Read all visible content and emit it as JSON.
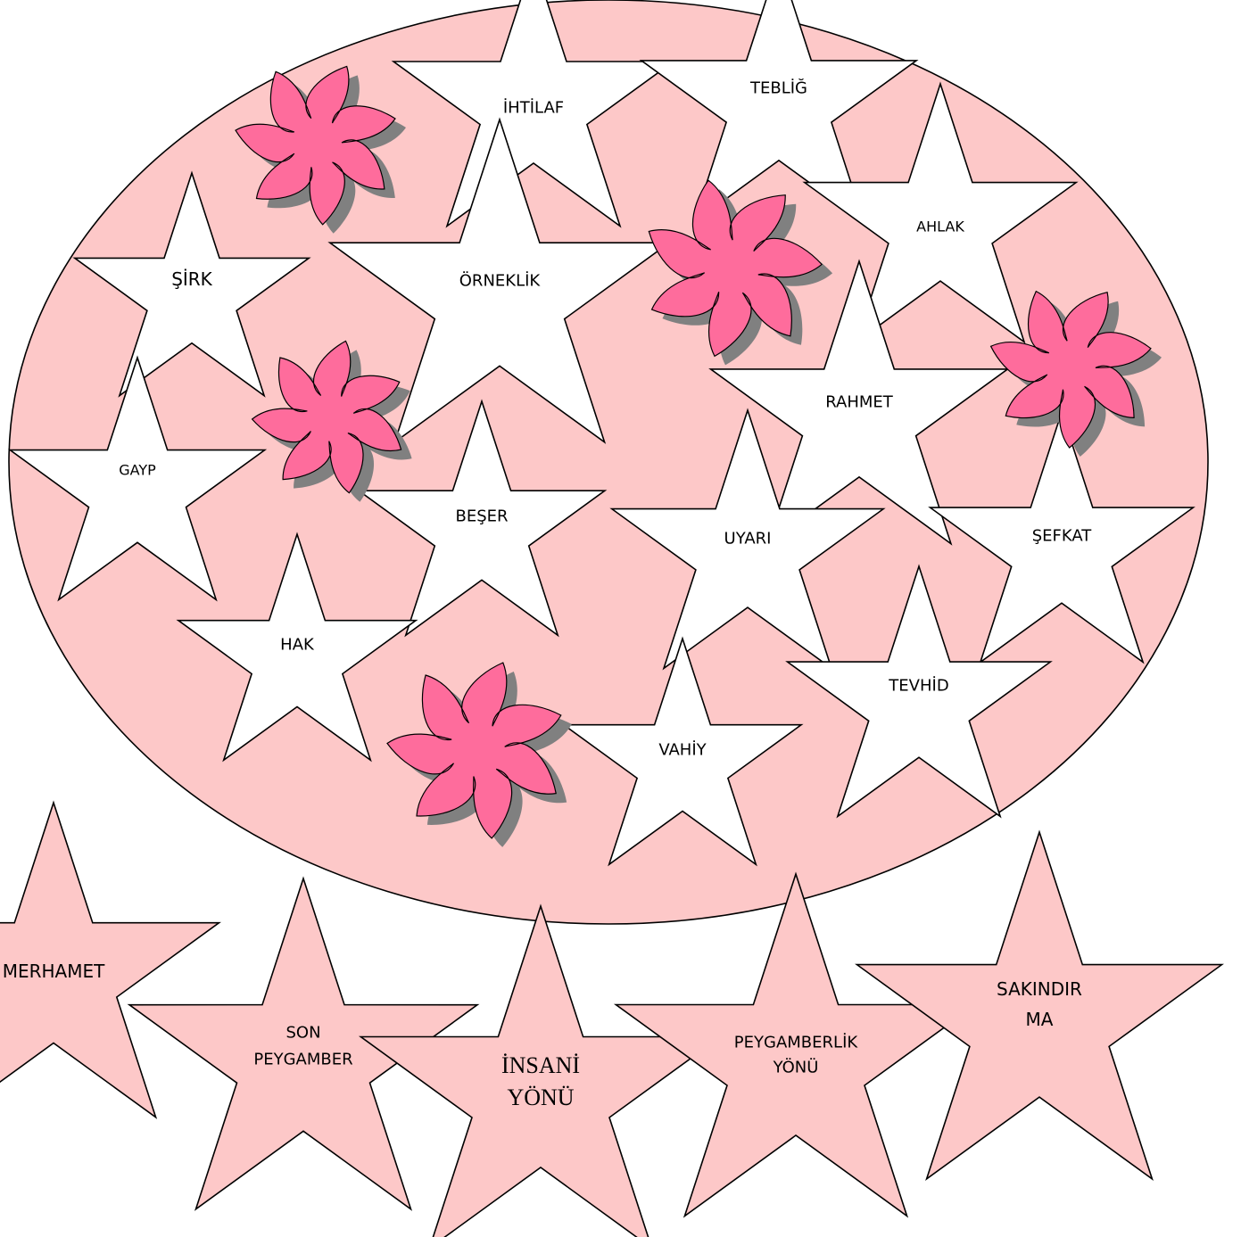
{
  "colors": {
    "ellipse_fill": "#fdc8c8",
    "ellipse_stroke": "#000000",
    "star_white": "#ffffff",
    "star_pink": "#fdc8c8",
    "flower": "#fe6c9c",
    "flower_shadow": "#808080"
  },
  "inner_stars": [
    {
      "id": "ihtilaf",
      "label": "İHTİLAF"
    },
    {
      "id": "teblig",
      "label": "TEBLİĞ"
    },
    {
      "id": "ahlak",
      "label": "AHLAK"
    },
    {
      "id": "sirk",
      "label": "ŞİRK"
    },
    {
      "id": "orneklik",
      "label": "ÖRNEKLİK"
    },
    {
      "id": "rahmet",
      "label": "RAHMET"
    },
    {
      "id": "gayp",
      "label": "GAYP"
    },
    {
      "id": "beser",
      "label": "BEŞER"
    },
    {
      "id": "uyari",
      "label": "UYARI"
    },
    {
      "id": "sefkat",
      "label": "ŞEFKAT"
    },
    {
      "id": "hak",
      "label": "HAK"
    },
    {
      "id": "tevhid",
      "label": "TEVHİD"
    },
    {
      "id": "vahiy",
      "label": "VAHİY"
    }
  ],
  "outer_stars": [
    {
      "id": "merhamet",
      "lines": [
        "MERHAMET"
      ]
    },
    {
      "id": "son-peygamber",
      "lines": [
        "SON",
        "PEYGAMBER"
      ]
    },
    {
      "id": "insani-yonu",
      "lines": [
        "İNSANİ",
        "YÖNÜ"
      ]
    },
    {
      "id": "peygamberlik-yonu",
      "lines": [
        "PEYGAMBERLİK",
        "YÖNÜ"
      ]
    },
    {
      "id": "sakindirma",
      "lines": [
        "SAKINDIR",
        "MA"
      ]
    }
  ],
  "flowers": [
    {
      "id": "flower-1"
    },
    {
      "id": "flower-2"
    },
    {
      "id": "flower-3"
    },
    {
      "id": "flower-4"
    },
    {
      "id": "flower-5"
    }
  ]
}
